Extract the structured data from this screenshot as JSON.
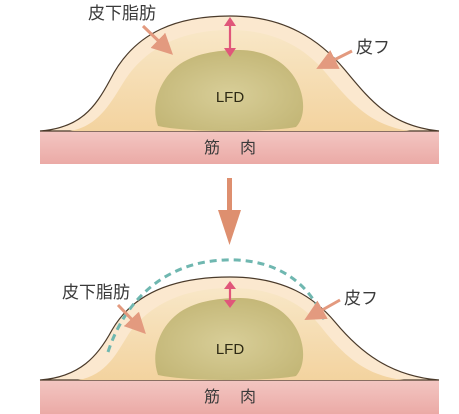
{
  "colors": {
    "muscle": "#efb6b2",
    "fat": "#f6dcae",
    "skin": "#fbe9cf",
    "lfd": "#cfc489",
    "arrow_pointer": "#e39a7f",
    "double_arrow": "#e0567a",
    "process_arrow": "#de8f6f",
    "dashed_curve": "#6fb7b0"
  },
  "panels": [
    {
      "subcutaneous_fat_label": "皮下脂肪",
      "skin_label": "皮フ",
      "lfd_label": "LFD",
      "muscle_label": "筋　肉"
    },
    {
      "subcutaneous_fat_label": "皮下脂肪",
      "skin_label": "皮フ",
      "lfd_label": "LFD",
      "muscle_label": "筋　肉"
    }
  ],
  "process_arrow_icon": "down-arrow-icon",
  "thickness_icon": "double-arrow-icon"
}
